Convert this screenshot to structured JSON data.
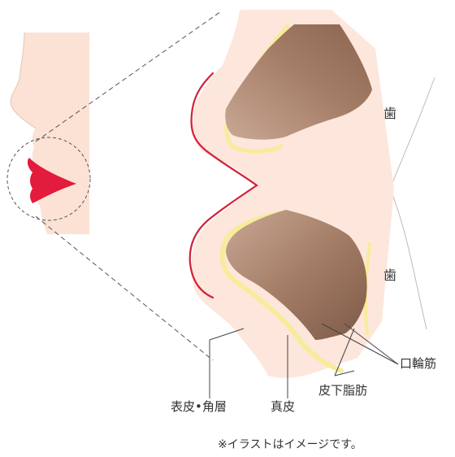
{
  "labels": {
    "tooth_upper": "歯",
    "tooth_lower": "歯",
    "orbicularis": "口輪筋",
    "subcutaneous_fat": "皮下脂肪",
    "epidermis": "表皮•角層",
    "dermis": "真皮"
  },
  "footnote": "※イラストはイメージです。",
  "colors": {
    "skin": "#fde6dc",
    "face": "#fbe2d4",
    "fat": "#f7ec9a",
    "muscle": "#9a7560",
    "lip_line": "#d41f3a",
    "lip_fill": "#e31b3c"
  }
}
